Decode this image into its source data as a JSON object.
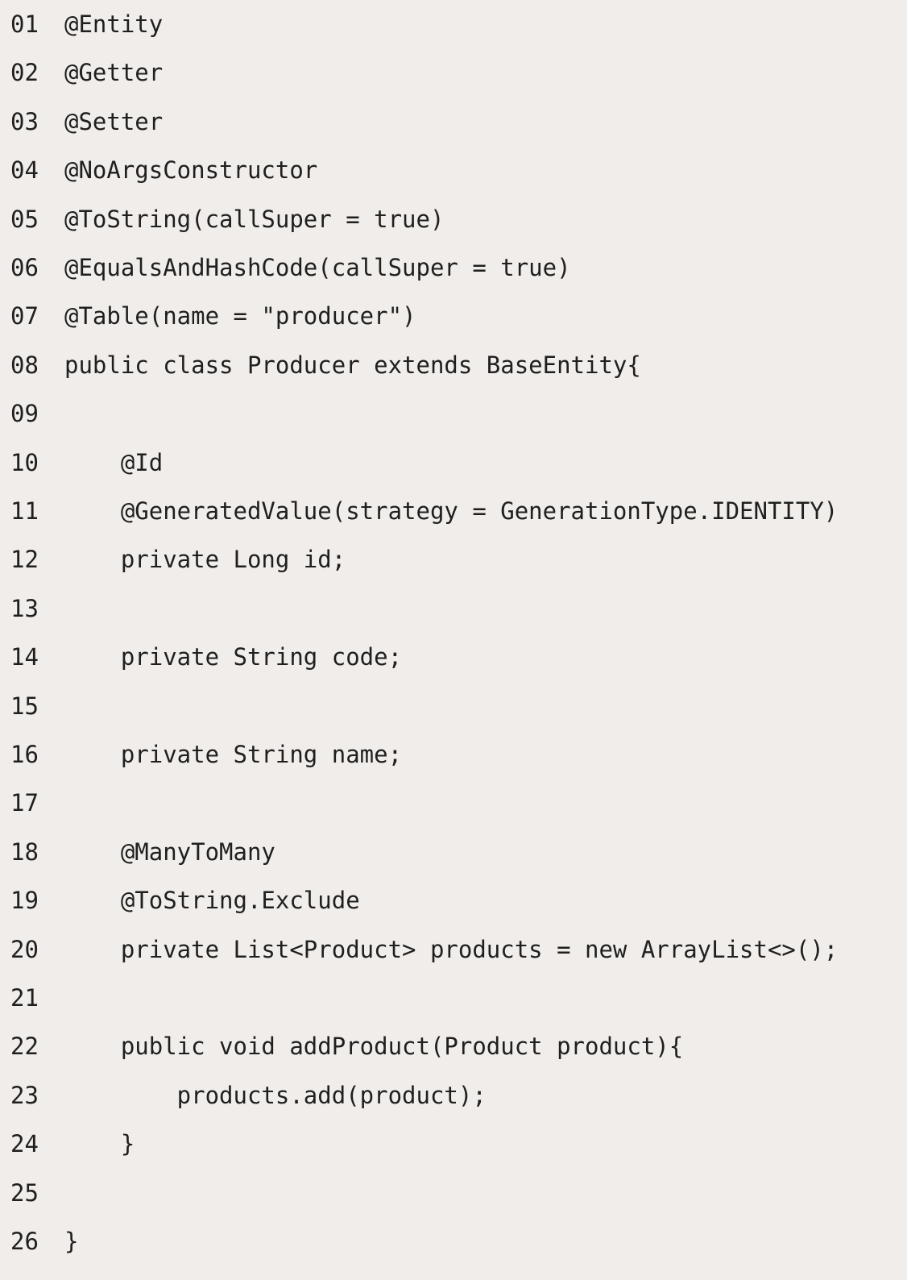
{
  "code": {
    "lines": [
      {
        "no": "01",
        "text": "@Entity"
      },
      {
        "no": "02",
        "text": "@Getter"
      },
      {
        "no": "03",
        "text": "@Setter"
      },
      {
        "no": "04",
        "text": "@NoArgsConstructor"
      },
      {
        "no": "05",
        "text": "@ToString(callSuper = true)"
      },
      {
        "no": "06",
        "text": "@EqualsAndHashCode(callSuper = true)"
      },
      {
        "no": "07",
        "text": "@Table(name = \"producer\")"
      },
      {
        "no": "08",
        "text": "public class Producer extends BaseEntity{"
      },
      {
        "no": "09",
        "text": ""
      },
      {
        "no": "10",
        "text": "    @Id"
      },
      {
        "no": "11",
        "text": "    @GeneratedValue(strategy = GenerationType.IDENTITY)"
      },
      {
        "no": "12",
        "text": "    private Long id;"
      },
      {
        "no": "13",
        "text": ""
      },
      {
        "no": "14",
        "text": "    private String code;"
      },
      {
        "no": "15",
        "text": ""
      },
      {
        "no": "16",
        "text": "    private String name;"
      },
      {
        "no": "17",
        "text": ""
      },
      {
        "no": "18",
        "text": "    @ManyToMany"
      },
      {
        "no": "19",
        "text": "    @ToString.Exclude"
      },
      {
        "no": "20",
        "text": "    private List<Product> products = new ArrayList<>();"
      },
      {
        "no": "21",
        "text": ""
      },
      {
        "no": "22",
        "text": "    public void addProduct(Product product){"
      },
      {
        "no": "23",
        "text": "        products.add(product);"
      },
      {
        "no": "24",
        "text": "    }"
      },
      {
        "no": "25",
        "text": ""
      },
      {
        "no": "26",
        "text": "}"
      }
    ]
  }
}
